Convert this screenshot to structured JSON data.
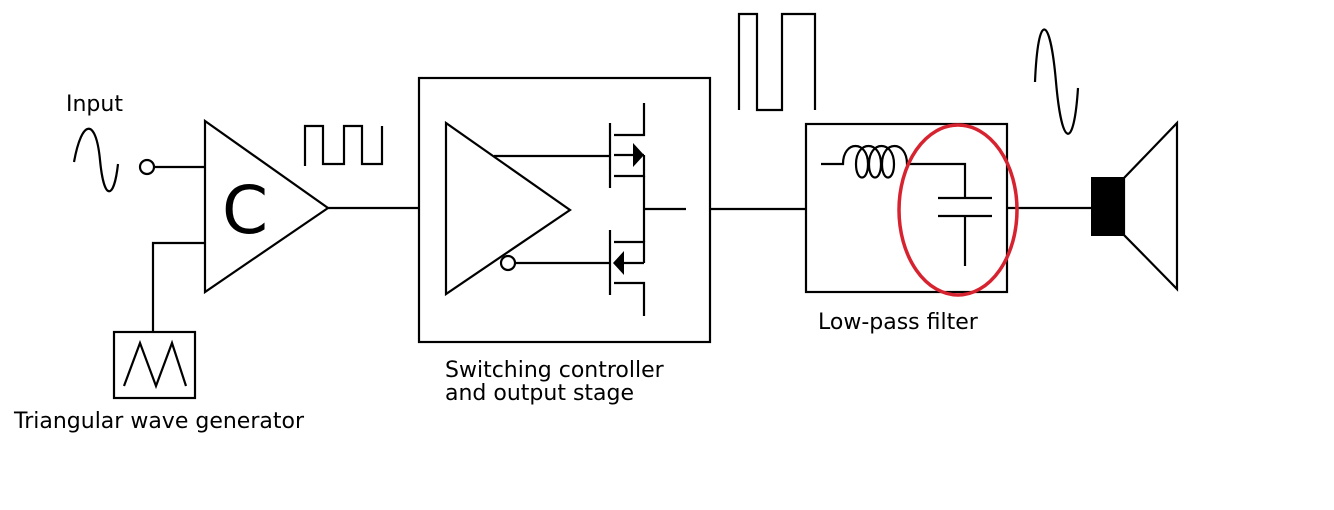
{
  "labels": {
    "input": "Input",
    "comparator": "C",
    "triangular_wave_generator": "Triangular wave generator",
    "switching_line1": "Switching controller",
    "switching_line2": "and output stage",
    "low_pass_filter": "Low-pass filter"
  },
  "colors": {
    "stroke": "#000000",
    "highlight": "#d6232f",
    "background": "#ffffff"
  }
}
